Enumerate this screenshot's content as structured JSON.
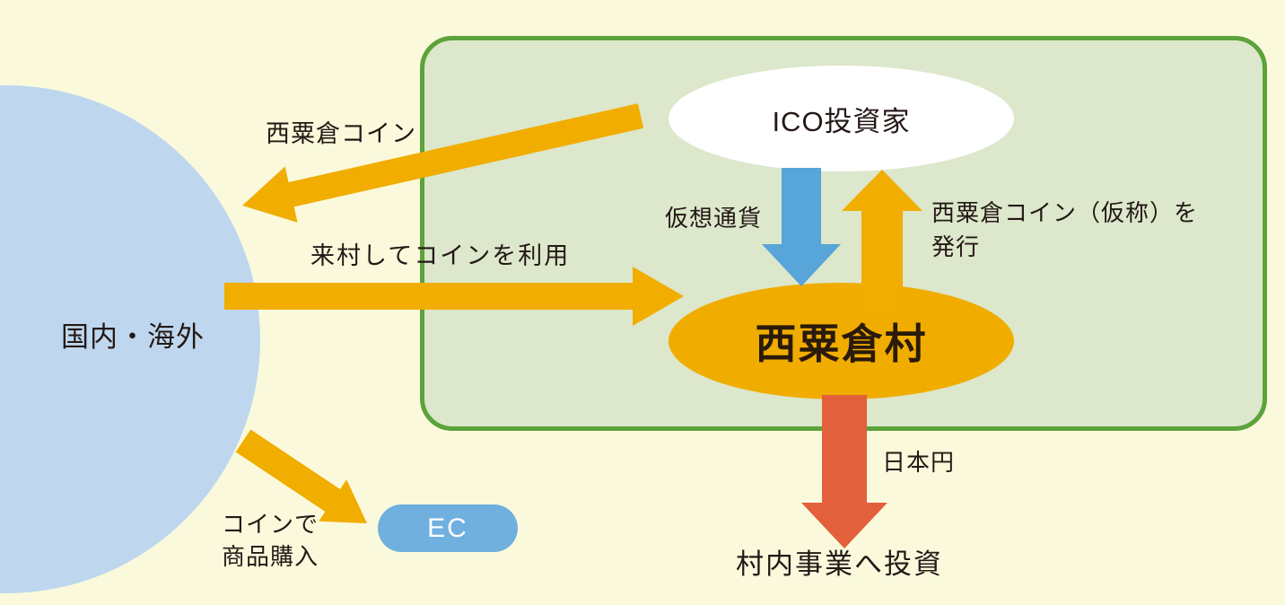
{
  "colors": {
    "background": "#FBF9DC",
    "region_blue": "#BED7EE",
    "box_green_fill": "#DCE7CB",
    "box_green_border": "#5BA33A",
    "arrow_yellow": "#F1AD00",
    "arrow_blue": "#57A5D9",
    "arrow_red": "#E2603B",
    "village_orange": "#F0AD00",
    "ec_blue": "#6FB0DF",
    "text_dark": "#231815"
  },
  "nodes": {
    "region": {
      "label": "国内・海外"
    },
    "ico_investors": {
      "label": "ICO投資家"
    },
    "village": {
      "label": "西粟倉村"
    },
    "ec": {
      "label": "EC"
    },
    "invest_target": {
      "label": "村内事業へ投資"
    }
  },
  "arrows": {
    "send_coin": {
      "label": "西粟倉コイン"
    },
    "visit": {
      "label": "来村してコインを利用"
    },
    "virtual_currency": {
      "label": "仮想通貨"
    },
    "issue_coin": {
      "label_line1": "西粟倉コイン（仮称）を",
      "label_line2": "発行"
    },
    "japanese_yen": {
      "label": "日本円"
    },
    "buy_products": {
      "label_line1": "コインで",
      "label_line2": "商品購入"
    }
  }
}
